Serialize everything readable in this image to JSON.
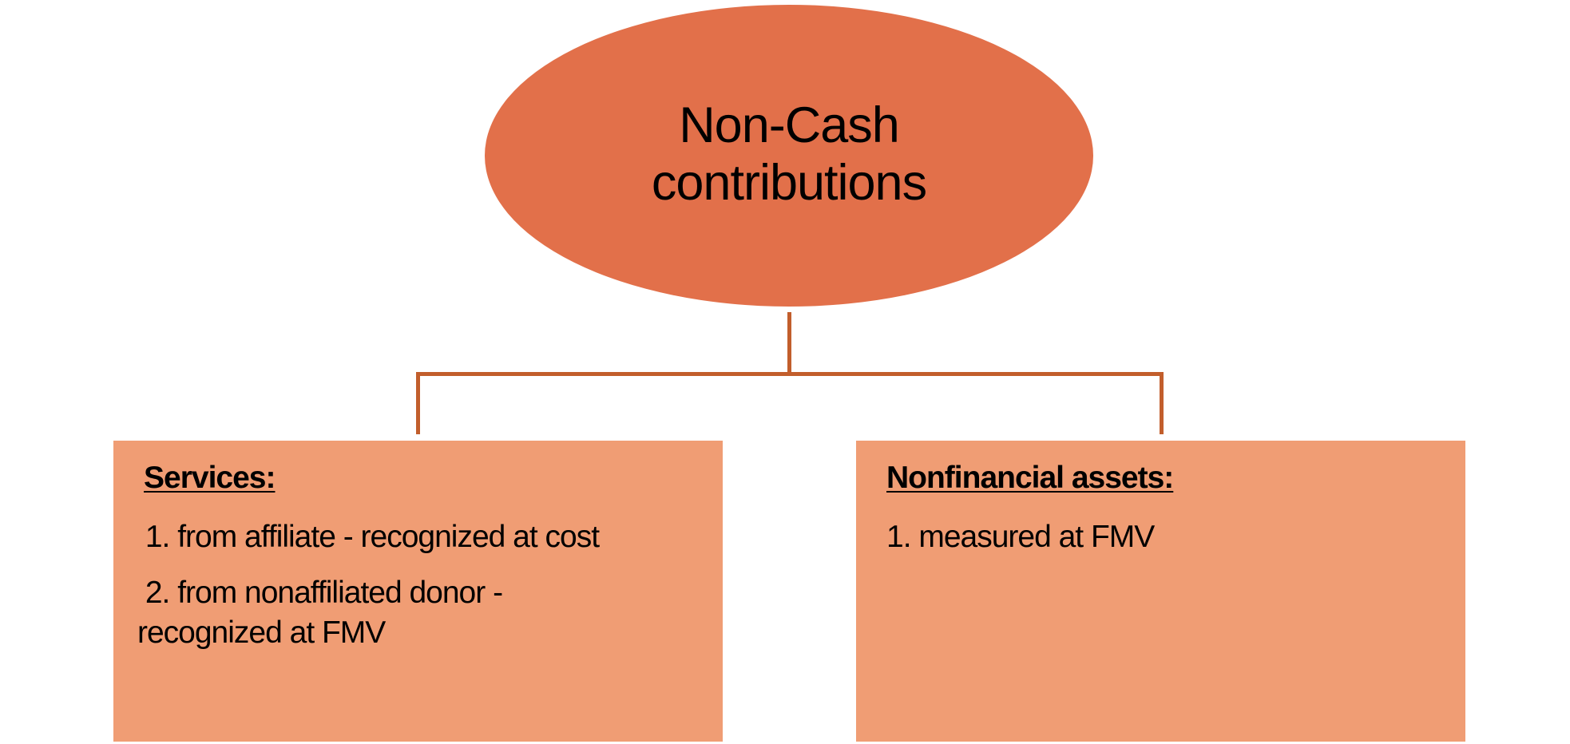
{
  "colors": {
    "ellipse_fill": "#E2704A",
    "box_fill": "#F09D74",
    "connector": "#C25E2C",
    "text": "#000000",
    "background": "#FFFFFF"
  },
  "root": {
    "title_line1": "Non-Cash",
    "title_line2": "contributions"
  },
  "children": [
    {
      "heading": "Services:",
      "items": [
        " 1. from affiliate - recognized at cost",
        " 2. from nonaffiliated donor -",
        "recognized at FMV"
      ]
    },
    {
      "heading": "Nonfinancial assets:",
      "items": [
        "1. measured at FMV"
      ]
    }
  ]
}
